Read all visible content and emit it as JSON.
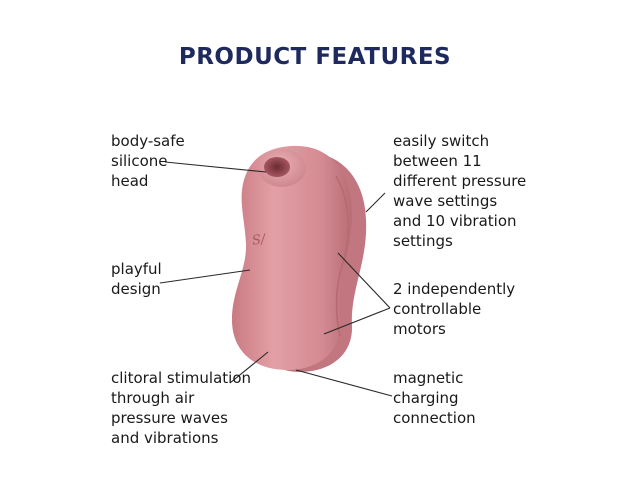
{
  "title": "PRODUCT FEATURES",
  "features": {
    "head": [
      "body-safe",
      "silicone",
      "head"
    ],
    "design": [
      "playful",
      "design"
    ],
    "stimulation": [
      "clitoral stimulation",
      "through air",
      "pressure waves",
      "and vibrations"
    ],
    "settings": [
      "easily switch",
      "between 11",
      "different pressure",
      "wave settings",
      "and 10 vibration",
      "settings"
    ],
    "motors": [
      "2 independently",
      "controllable",
      "motors"
    ],
    "charging": [
      "magnetic",
      "charging",
      "connection"
    ]
  },
  "logo_text": "S/",
  "colors": {
    "title": "#1e2a5e",
    "device": "#d98f96",
    "leader_lines": "#2a2a2a"
  }
}
